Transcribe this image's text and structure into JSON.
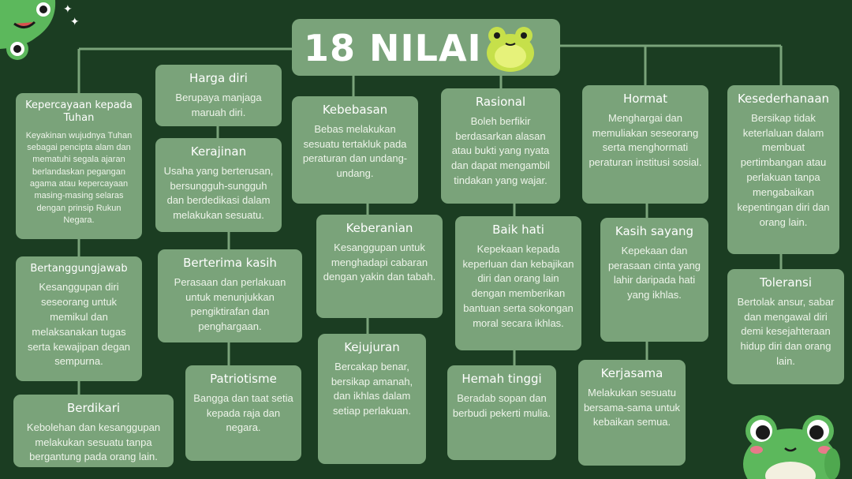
{
  "title": "18 NILAI",
  "icons": {
    "title_mascot": "frog-icon",
    "corner_mascot": "frog-icon",
    "bottom_mascot": "frog-icon",
    "sparkle": "sparkle-icon"
  },
  "colors": {
    "background": "#1b3d22",
    "box": "#7aa37a",
    "text": "#ffffff",
    "line": "#7aa37a"
  },
  "values": [
    {
      "title": "Kepercayaan kepada Tuhan",
      "desc": "Keyakinan wujudnya Tuhan sebagai pencipta alam dan mematuhi segala ajaran berlandaskan pegangan agama atau kepercayaan masing-masing selaras dengan prinsip Rukun Negara."
    },
    {
      "title": "Bertanggungjawab",
      "desc": "Kesanggupan diri seseorang untuk memikul dan melaksanakan tugas serta kewajipan degan sempurna."
    },
    {
      "title": "Berdikari",
      "desc": "Kebolehan dan kesanggupan melakukan sesuatu tanpa bergantung pada orang lain."
    },
    {
      "title": "Harga diri",
      "desc": "Berupaya manjaga maruah diri."
    },
    {
      "title": "Kerajinan",
      "desc": "Usaha yang berterusan, bersungguh-sungguh dan berdedikasi dalam melakukan sesuatu."
    },
    {
      "title": "Berterima kasih",
      "desc": "Perasaan dan perlakuan untuk menunjukkan pengiktirafan dan penghargaan."
    },
    {
      "title": "Patriotisme",
      "desc": "Bangga dan taat setia kepada raja dan negara."
    },
    {
      "title": "Kebebasan",
      "desc": "Bebas melakukan sesuatu tertakluk pada peraturan dan undang-undang."
    },
    {
      "title": "Keberanian",
      "desc": "Kesanggupan untuk menghadapi cabaran dengan yakin dan tabah."
    },
    {
      "title": "Kejujuran",
      "desc": "Bercakap benar, bersikap amanah, dan ikhlas dalam setiap perlakuan."
    },
    {
      "title": "Rasional",
      "desc": "Boleh berfikir berdasarkan alasan atau bukti yang nyata dan dapat mengambil tindakan yang wajar."
    },
    {
      "title": "Baik hati",
      "desc": "Kepekaan kepada keperluan dan kebajikan diri dan orang lain dengan memberikan bantuan serta sokongan moral secara ikhlas."
    },
    {
      "title": "Hemah tinggi",
      "desc": "Beradab sopan dan berbudi pekerti mulia."
    },
    {
      "title": "Hormat",
      "desc": "Menghargai dan memuliakan seseorang serta menghormati peraturan institusi sosial."
    },
    {
      "title": "Kasih sayang",
      "desc": "Kepekaan dan perasaan cinta yang lahir daripada hati yang ikhlas."
    },
    {
      "title": "Kerjasama",
      "desc": "Melakukan sesuatu bersama-sama untuk kebaikan semua."
    },
    {
      "title": "Kesederhanaan",
      "desc": "Bersikap tidak keterlaluan dalam membuat pertimbangan atau perlakuan tanpa mengabaikan kepentingan diri dan orang lain."
    },
    {
      "title": "Toleransi",
      "desc": "Bertolak ansur, sabar dan mengawal diri demi kesejahteraan hidup diri dan orang lain."
    }
  ]
}
